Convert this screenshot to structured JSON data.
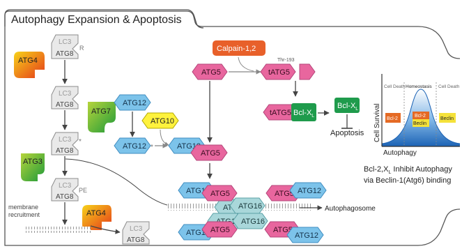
{
  "title": "Autophagy Expansion & Apoptosis",
  "colors": {
    "frame": "#555555",
    "lc3_fill": "#e9e9e9",
    "lc3_stroke": "#8c8c8c",
    "atg4_a": "#f7d21a",
    "atg4_b": "#e53a1a",
    "green_a": "#b6d43b",
    "green_b": "#1e9a3a",
    "pink": "#e8669e",
    "pink_stroke": "#b4457a",
    "blue": "#7cc3ea",
    "blue_stroke": "#3f8cc0",
    "teal": "#a9d7da",
    "teal_stroke": "#5aa0a6",
    "yellow": "#fff23d",
    "calpain": "#e8602a",
    "bclxl": "#1f9b4c",
    "bcl2_box": "#e56a24",
    "beclin_box": "#f5e23a",
    "curve_fill": "#1c63b5",
    "arrow": "#444444"
  },
  "lc3_labels": {
    "top": "LC3",
    "bottom": "ATG8",
    "mark_r": "R",
    "mark_star": "*",
    "mark_pe": "PE"
  },
  "proteins": {
    "atg4": "ATG4",
    "atg7": "ATG7",
    "atg3": "ATG3",
    "atg10": "ATG10",
    "atg5": "ATG5",
    "tatg5": "tATG5",
    "atg12": "ATG12",
    "atg16": "ATG16",
    "calpain": "Calpain-1,2",
    "thr": "Thr-193",
    "bclxl_main": "Bcl-X",
    "bclxl_sub": "L",
    "apoptosis": "Apoptosis",
    "autophagosome": "Autophagosome",
    "membrane_line1": "membrane",
    "membrane_line2": "recruitment",
    "star": "*"
  },
  "inset": {
    "zones": [
      "Cell Death",
      "Homeostasis",
      "Cell Death"
    ],
    "ylabel": "Cell Survival",
    "xlabel": "Autophagy",
    "boxes": {
      "bcl2": "Bcl-2",
      "mid_top": "Bcl-2",
      "mid_bottom": "Beclin",
      "beclin": "Beclin"
    },
    "caption_line1_pre": "Bcl-2,X",
    "caption_line1_sub": "L",
    "caption_line1_post": " Inhibit Autophagy",
    "caption_line2": "via Beclin-1(Atg6) binding"
  }
}
